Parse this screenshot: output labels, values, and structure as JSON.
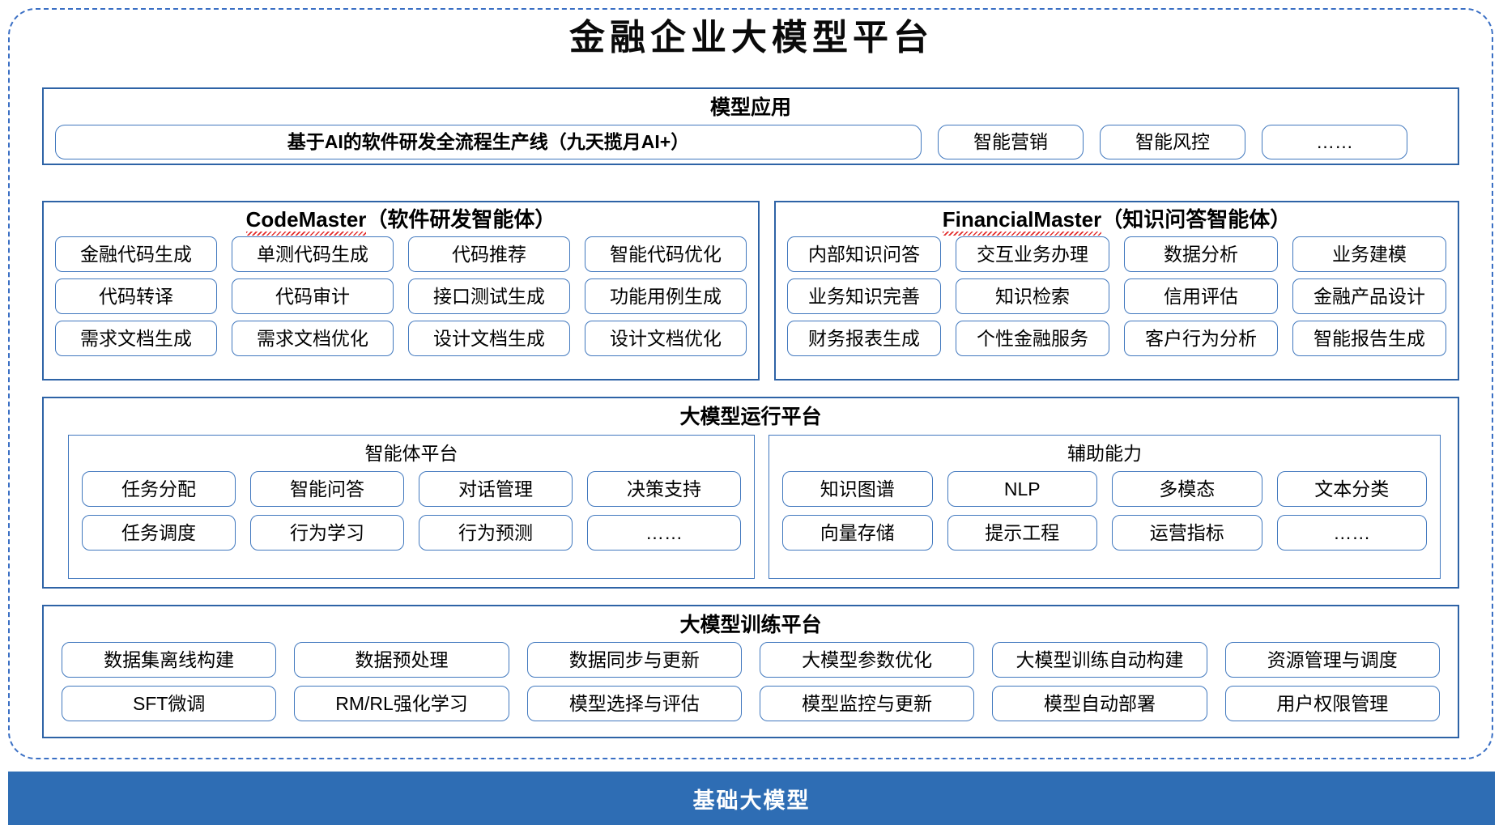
{
  "page": {
    "title": "金融企业大模型平台",
    "accent_blue": "#2E6DB4",
    "border_blue": "#2E63A6",
    "pill_border": "#4178BE",
    "dashed_border": "#3A6FC4"
  },
  "model_application": {
    "title": "模型应用",
    "main_item": "基于AI的软件研发全流程生产线（九天揽月AI+）",
    "items": [
      "智能营销",
      "智能风控",
      "……"
    ]
  },
  "agents": [
    {
      "name_en": "CodeMaster",
      "name_cn": "（软件研发智能体）",
      "spellcheck_underline": true,
      "rows": [
        [
          "金融代码生成",
          "单测代码生成",
          "代码推荐",
          "智能代码优化"
        ],
        [
          "代码转译",
          "代码审计",
          "接口测试生成",
          "功能用例生成"
        ],
        [
          "需求文档生成",
          "需求文档优化",
          "设计文档生成",
          "设计文档优化"
        ]
      ]
    },
    {
      "name_en": "FinancialMaster",
      "name_cn": "（知识问答智能体）",
      "spellcheck_underline": true,
      "rows": [
        [
          "内部知识问答",
          "交互业务办理",
          "数据分析",
          "业务建模"
        ],
        [
          "业务知识完善",
          "知识检索",
          "信用评估",
          "金融产品设计"
        ],
        [
          "财务报表生成",
          "个性金融服务",
          "客户行为分析",
          "智能报告生成"
        ]
      ]
    }
  ],
  "runtime_platform": {
    "title": "大模型运行平台",
    "subpanels": [
      {
        "title": "智能体平台",
        "rows": [
          [
            "任务分配",
            "智能问答",
            "对话管理",
            "决策支持"
          ],
          [
            "任务调度",
            "行为学习",
            "行为预测",
            "……"
          ]
        ]
      },
      {
        "title": "辅助能力",
        "rows": [
          [
            "知识图谱",
            "NLP",
            "多模态",
            "文本分类"
          ],
          [
            "向量存储",
            "提示工程",
            "运营指标",
            "……"
          ]
        ]
      }
    ]
  },
  "training_platform": {
    "title": "大模型训练平台",
    "rows": [
      [
        "数据集离线构建",
        "数据预处理",
        "数据同步与更新",
        "大模型参数优化",
        "大模型训练自动构建",
        "资源管理与调度"
      ],
      [
        "SFT微调",
        "RM/RL强化学习",
        "模型选择与评估",
        "模型监控与更新",
        "模型自动部署",
        "用户权限管理"
      ]
    ]
  },
  "foundation": {
    "label": "基础大模型"
  }
}
